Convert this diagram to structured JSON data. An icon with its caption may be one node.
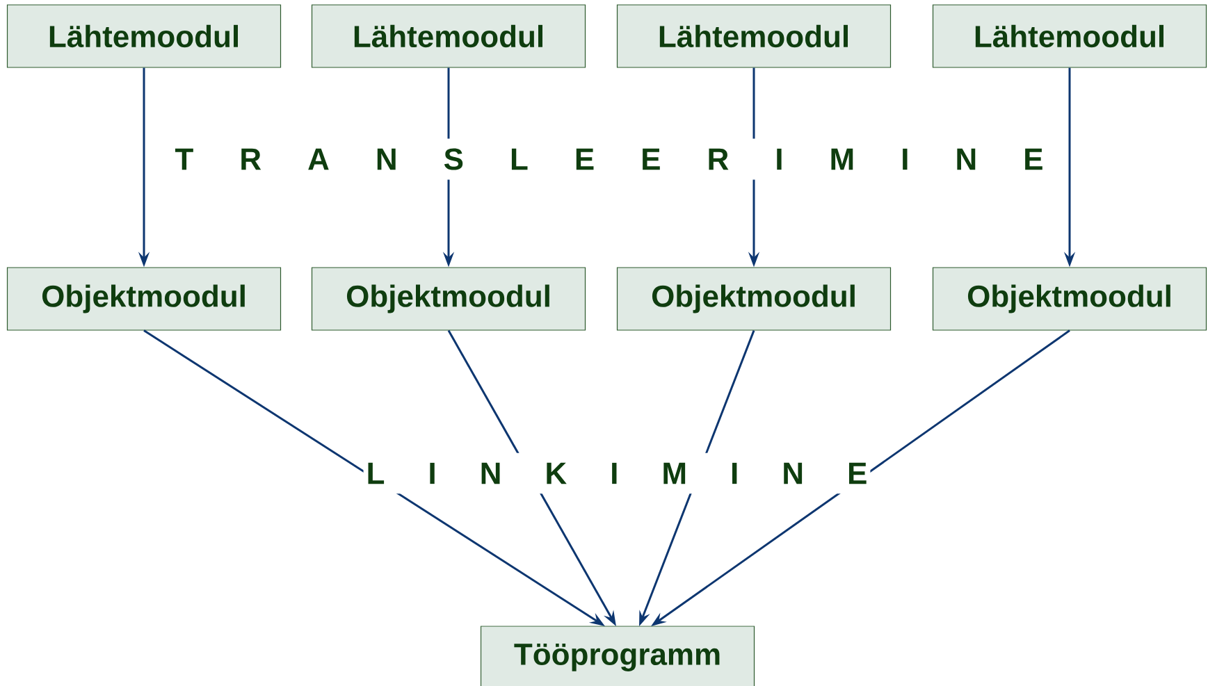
{
  "diagram": {
    "nodes": [
      {
        "text": [
          "Lähtemoodul"
        ]
      },
      {
        "text": [
          "Lähtemoodul"
        ]
      },
      {
        "text": [
          "Lähtemoodul"
        ]
      },
      {
        "text": [
          "Lähtemoodul"
        ]
      },
      {
        "text": [
          "Objektmoodul"
        ]
      },
      {
        "text": [
          "Objektmoodul"
        ]
      },
      {
        "text": [
          "Objektmoodul"
        ]
      },
      {
        "text": [
          "Objektmoodul"
        ]
      },
      {
        "text": [
          "Tööprogramm"
        ]
      }
    ],
    "edges": [
      {
        "from": 0,
        "to": 4,
        "arrow": "to"
      },
      {
        "from": 1,
        "to": 5,
        "arrow": "to"
      },
      {
        "from": 2,
        "to": 6,
        "arrow": "to"
      },
      {
        "from": 3,
        "to": 7,
        "arrow": "to"
      },
      {
        "from": 4,
        "to": 8,
        "arrow": "to"
      },
      {
        "from": 5,
        "to": 8,
        "arrow": "to"
      },
      {
        "from": 6,
        "to": 8,
        "arrow": "to"
      },
      {
        "from": 7,
        "to": 8,
        "arrow": "to"
      }
    ],
    "labels": [
      "T R A N S L E E R I M I N E",
      "L I N K I M I N E"
    ]
  }
}
